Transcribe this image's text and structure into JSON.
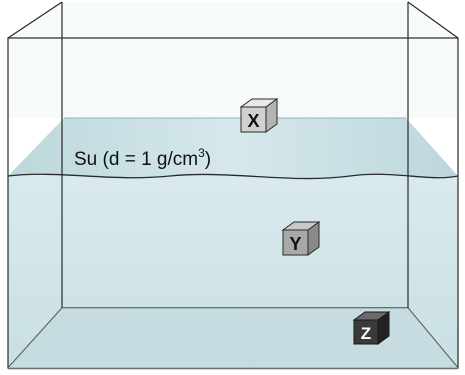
{
  "liquid": {
    "label_prefix": "Su (d = 1 g/cm",
    "label_exponent": "3",
    "label_suffix": ")"
  },
  "blocks": [
    {
      "id": "X",
      "label": "X",
      "state": "floating",
      "face_color": "#d0d0d0",
      "text_color": "#111111"
    },
    {
      "id": "Y",
      "label": "Y",
      "state": "suspended",
      "face_color": "#a8a8a8",
      "text_color": "#111111"
    },
    {
      "id": "Z",
      "label": "Z",
      "state": "sunk",
      "face_color": "#3a3a3a",
      "text_color": "#ffffff"
    }
  ],
  "colors": {
    "water_surface": "#cfe3e6",
    "water_body": "#dcecee",
    "tank_glass": "#d7e8eb",
    "outline": "#2a2a2a"
  }
}
